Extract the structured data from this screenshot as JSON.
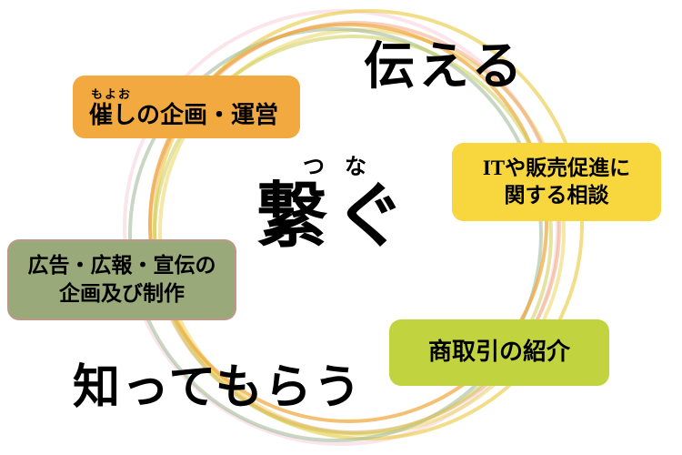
{
  "diagram": {
    "background": "#FFFFFF",
    "text_color": "#000000",
    "center_word": {
      "furigana": "つな",
      "text": "繋ぐ"
    },
    "keywords": {
      "tsutaeru": "伝える",
      "shittemorau": "知ってもらう"
    },
    "boxes": {
      "event": {
        "furigana": "もよお",
        "line1": "催しの企画・運営",
        "color": "#F2A93F"
      },
      "it": {
        "line1": "ITや販売促進に",
        "line2": "関する相談",
        "color": "#F8D63E"
      },
      "ad": {
        "line1": "広告・広報・宣伝の",
        "line2": "企画及び制作",
        "color": "#9AA97A"
      },
      "trade": {
        "line1": "商取引の紹介",
        "color": "#C2D340"
      }
    },
    "rings": {
      "yellow_outer": "#EAC93F",
      "yellow_inner": "#EDD35E",
      "sage": "#A3BD9B",
      "salmon": "#F0A478",
      "orange": "#F0A83E",
      "yellow_green": "#CCCE55",
      "pink": "#F2BFCB"
    }
  }
}
